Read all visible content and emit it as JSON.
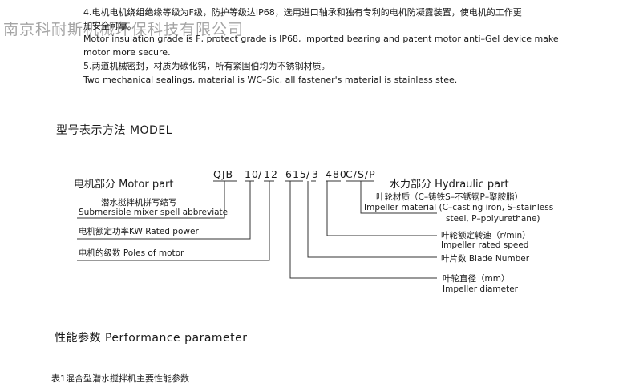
{
  "watermark": "南京科耐斯机械环保科技有限公司",
  "intro": {
    "item4_cn_line1": "4.电机电机绕组绝缘等级为F级，防护等级达IP68，选用进口轴承和独有专利的电机防凝露装置，使电机的工作更",
    "item4_cn_line2": "加安全可靠。",
    "item4_en_line1": "Motor insulation grade is F, protect grade is IP68, imported bearing and patent motor anti–Gel device make",
    "item4_en_line2": "motor more secure.",
    "item5_cn": "5.两道机械密封，材质为碳化钨，所有紧固伯均为不锈钢材质。",
    "item5_en": "Two mechanical sealings, material is WC–Sic, all fastener's material is stainless stee."
  },
  "model_section": {
    "title": "型号表示方法 MODEL",
    "motor_part": "电机部分   Motor part",
    "hydraulic_part": "水力部分   Hydraulic part",
    "code": {
      "qjb": "QJB",
      "power": "10",
      "poles": "12",
      "diameter": "615",
      "blades": "3",
      "speed": "480",
      "material": "C/S/P"
    },
    "labels": {
      "abbrev_cn": "潜水搅拌机拼写缩写",
      "abbrev_en": "Submersible mixer spell  abbreviate",
      "power": "电机额定功率KW    Rated power",
      "poles": "电机的级数    Poles of motor",
      "material_cn": "叶轮材质（C–铸铁S–不锈钢P–聚胺脂）",
      "material_en_line1": "Impeller  material (C–casting iron, S–stainless",
      "material_en_line2": "steel, P–polyurethane)",
      "speed_cn": "叶轮额定转速（r/min）",
      "speed_en": "Impeller rated speed",
      "blades": "叶片数  Blade Number",
      "diameter_cn": "叶轮直径（mm）",
      "diameter_en": "Impeller diameter"
    }
  },
  "performance": {
    "title": "性能参数      Performance parameter",
    "cut_line": "表1混合型潜水搅拌机主要性能参数"
  }
}
